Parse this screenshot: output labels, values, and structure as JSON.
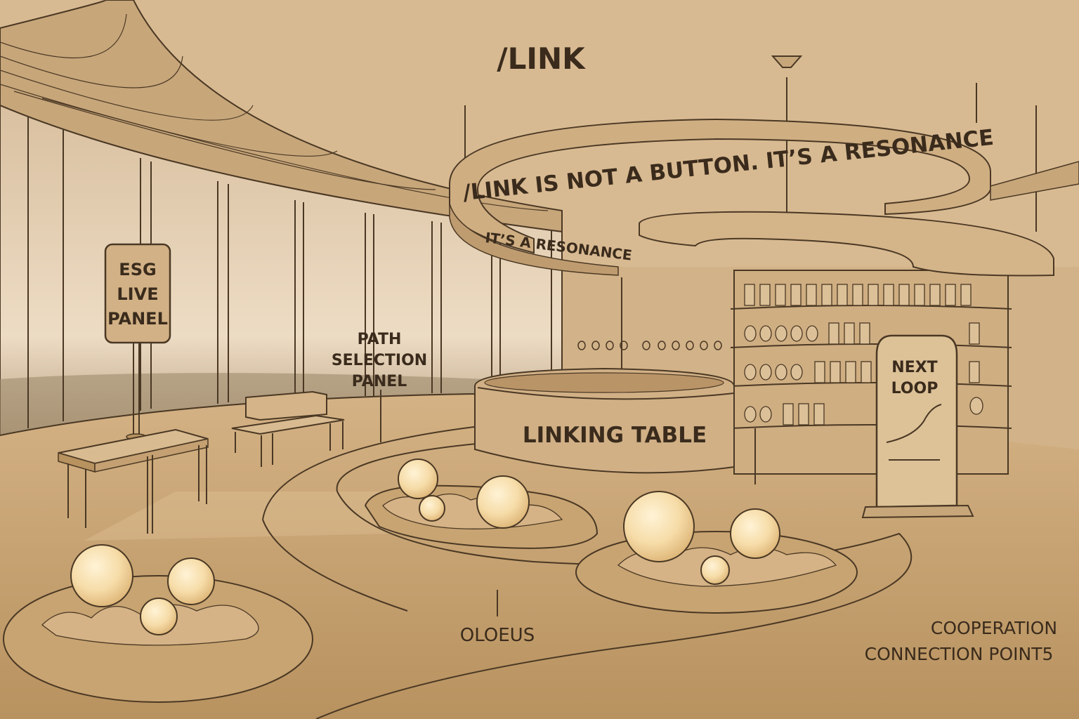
{
  "brand": {
    "title": "/LINK"
  },
  "ring": {
    "main_text": "/LINK IS NOT A BUTTON. IT’S A RESONANCE",
    "inner_text": "IT’S A RESONANCE"
  },
  "signs": {
    "esg": [
      "ESG",
      "LIVE",
      "PANEL"
    ],
    "path": [
      "PATH",
      "SELECTION",
      "PANEL"
    ],
    "next_loop": [
      "NEXT",
      "LOOP"
    ]
  },
  "table": {
    "label": "LINKING TABLE"
  },
  "floor": {
    "path_label": "OLOEUS",
    "points_label": [
      "COOPERATION",
      "CONNECTION POINT5"
    ]
  },
  "colors": {
    "wall": "#d6b88f",
    "floor": "#c9a678",
    "ink": "#3a2b1c",
    "orb": "#f6dca8",
    "sky": "#e4cfb2"
  }
}
